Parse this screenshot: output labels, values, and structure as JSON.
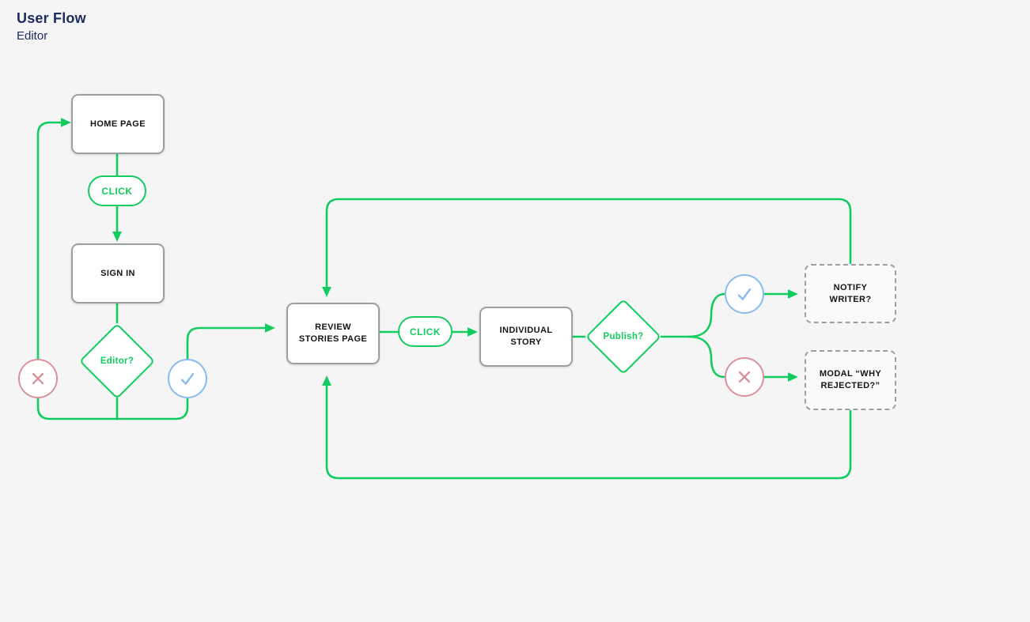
{
  "header": {
    "title": "User Flow",
    "subtitle": "Editor"
  },
  "colors": {
    "green": "#12CC5F",
    "gray": "#9B9EA2",
    "pink": "#D9929B",
    "blue": "#8BBAEE",
    "navy": "#1B2B5E",
    "ink": "#141414",
    "bg": "#F5F5F6"
  },
  "nodes": {
    "home": {
      "label": "HOME PAGE",
      "type": "page"
    },
    "click1": {
      "label": "CLICK",
      "type": "action"
    },
    "signin": {
      "label": "SIGN IN",
      "type": "page"
    },
    "editor_decision": {
      "label": "Editor?",
      "type": "decision"
    },
    "review": {
      "label": "REVIEW STORIES PAGE",
      "type": "page"
    },
    "click2": {
      "label": "CLICK",
      "type": "action"
    },
    "individual": {
      "label": "INDIVIDUAL STORY",
      "type": "page"
    },
    "publish_decision": {
      "label": "Publish?",
      "type": "decision"
    },
    "notify": {
      "label": "NOTIFY WRITER?",
      "type": "optional"
    },
    "modal": {
      "label": "MODAL “WHY REJECTED?”",
      "type": "optional"
    }
  },
  "icons": {
    "yes": "check-icon",
    "no": "x-icon"
  }
}
